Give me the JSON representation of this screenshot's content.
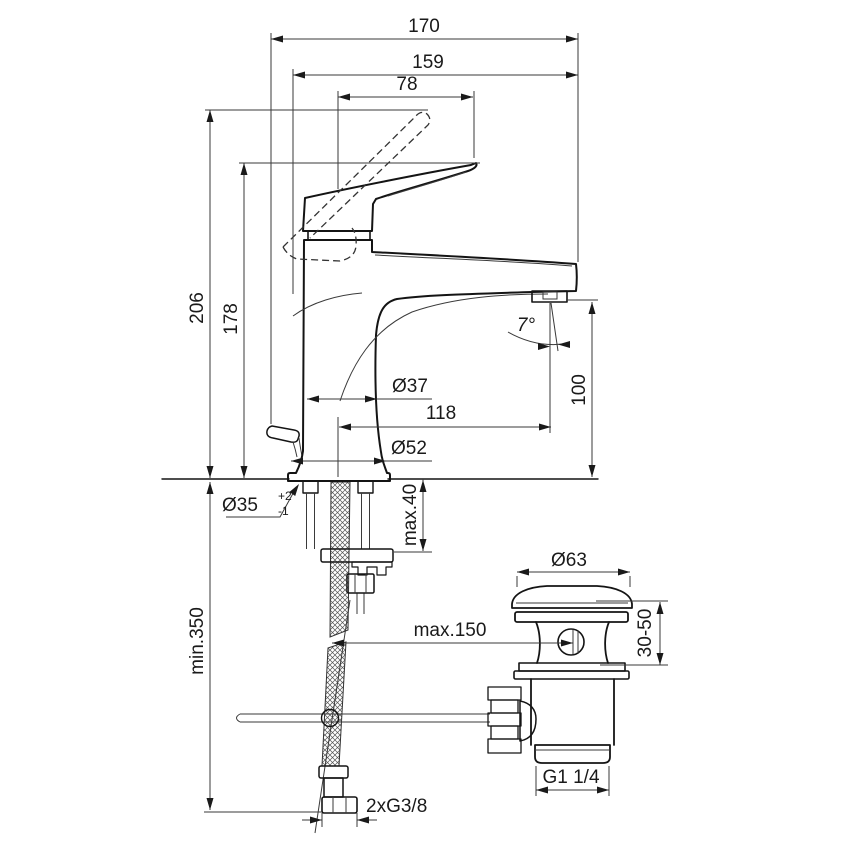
{
  "diagram": {
    "type": "technical-dimension-drawing",
    "subject": "single-lever basin mixer faucet with braided supply hose and pop-up waste drain",
    "units": "mm",
    "colors": {
      "ink": "#1a1a1a",
      "thin_line": "#3a3a3a",
      "background": "#ffffff"
    }
  },
  "dims": {
    "w170": "170",
    "w159": "159",
    "w78": "78",
    "h206": "206",
    "h178": "178",
    "hmin350": "min.350",
    "dia37": "Ø37",
    "w118": "118",
    "dia52": "Ø52",
    "h100": "100",
    "angle7": "7°",
    "hmax40": "max.40",
    "dia35": "Ø35",
    "dia35sup": "+2",
    "dia35sub": "-1",
    "wmax150": "max.150",
    "dia63": "Ø63",
    "h3050": "30-50",
    "thread_waste": "G1 1/4",
    "thread_inlets": "2xG3/8"
  }
}
